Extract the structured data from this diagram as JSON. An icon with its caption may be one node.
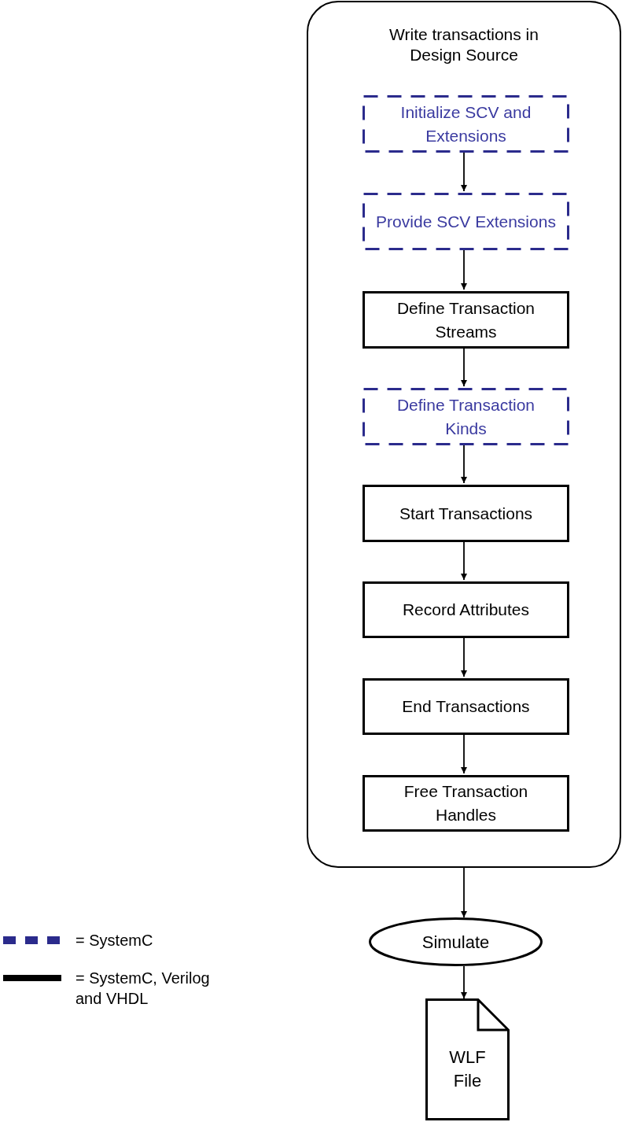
{
  "diagram": {
    "nodes": [
      {
        "text": [
          "Write transactions in Design Source"
        ]
      },
      {
        "text": [
          "Initialize SCV and Extensions"
        ],
        "in": 0
      },
      {
        "text": [
          "Provide SCV Extensions"
        ],
        "in": 0
      },
      {
        "text": [
          "Define Transaction Streams"
        ],
        "in": 0
      },
      {
        "text": [
          "Define Transaction Kinds"
        ],
        "in": 0
      },
      {
        "text": [
          "Start Transactions"
        ],
        "in": 0
      },
      {
        "text": [
          "Record Attributes"
        ],
        "in": 0
      },
      {
        "text": [
          "End Transactions"
        ],
        "in": 0
      },
      {
        "text": [
          "Free Transaction Handles"
        ],
        "in": 0
      },
      {
        "text": [
          "Simulate"
        ]
      },
      {
        "text": [
          "WLF File"
        ]
      }
    ],
    "edges": [
      {
        "from": 1,
        "to": 2,
        "arrow": "to"
      },
      {
        "from": 2,
        "to": 3,
        "arrow": "to"
      },
      {
        "from": 3,
        "to": 4,
        "arrow": "to"
      },
      {
        "from": 4,
        "to": 5,
        "arrow": "to"
      },
      {
        "from": 5,
        "to": 6,
        "arrow": "to"
      },
      {
        "from": 6,
        "to": 7,
        "arrow": "to"
      },
      {
        "from": 7,
        "to": 8,
        "arrow": "to"
      },
      {
        "from": 0,
        "to": 9,
        "arrow": "to"
      },
      {
        "from": 9,
        "to": 10,
        "arrow": "to"
      }
    ],
    "legend": [
      {
        "text": "= SystemC"
      },
      {
        "text": "= SystemC, Verilog and VHDL"
      }
    ]
  }
}
